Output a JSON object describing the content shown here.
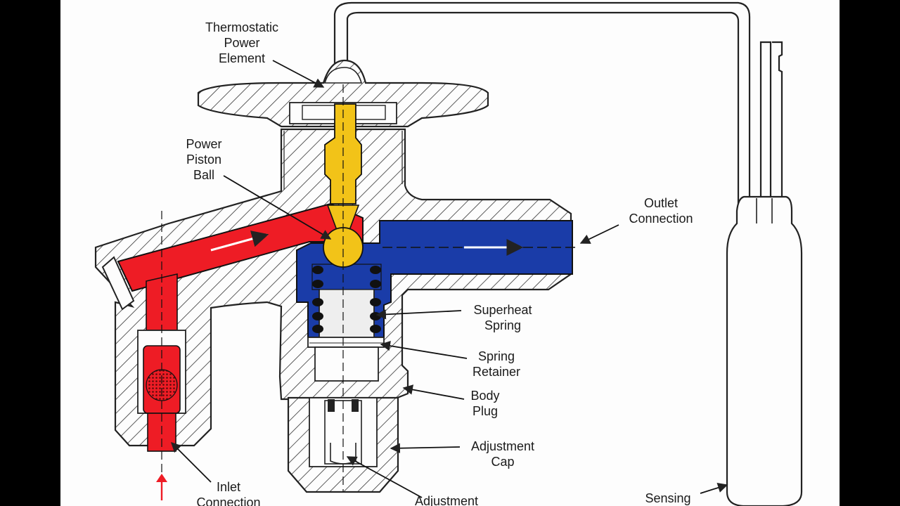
{
  "diagram": {
    "labels": {
      "thermostatic_power_element": "Thermostatic\nPower\nElement",
      "power_piston_ball": "Power\nPiston\nBall",
      "outlet_connection": "Outlet\nConnection",
      "superheat_spring": "Superheat\nSpring",
      "spring_retainer": "Spring\nRetainer",
      "body_plug": "Body\nPlug",
      "adjustment_cap": "Adjustment\nCap",
      "inlet_connection": "Inlet\nConnection",
      "adjustment": "Adjustment",
      "sensing": "Sensing"
    },
    "colors": {
      "liquid_line": "#ee1c25",
      "outlet_line": "#1a3ca8",
      "piston": "#f2c318",
      "outline": "#222222",
      "background": "#fdfdfd",
      "letterbox": "#000000"
    }
  }
}
